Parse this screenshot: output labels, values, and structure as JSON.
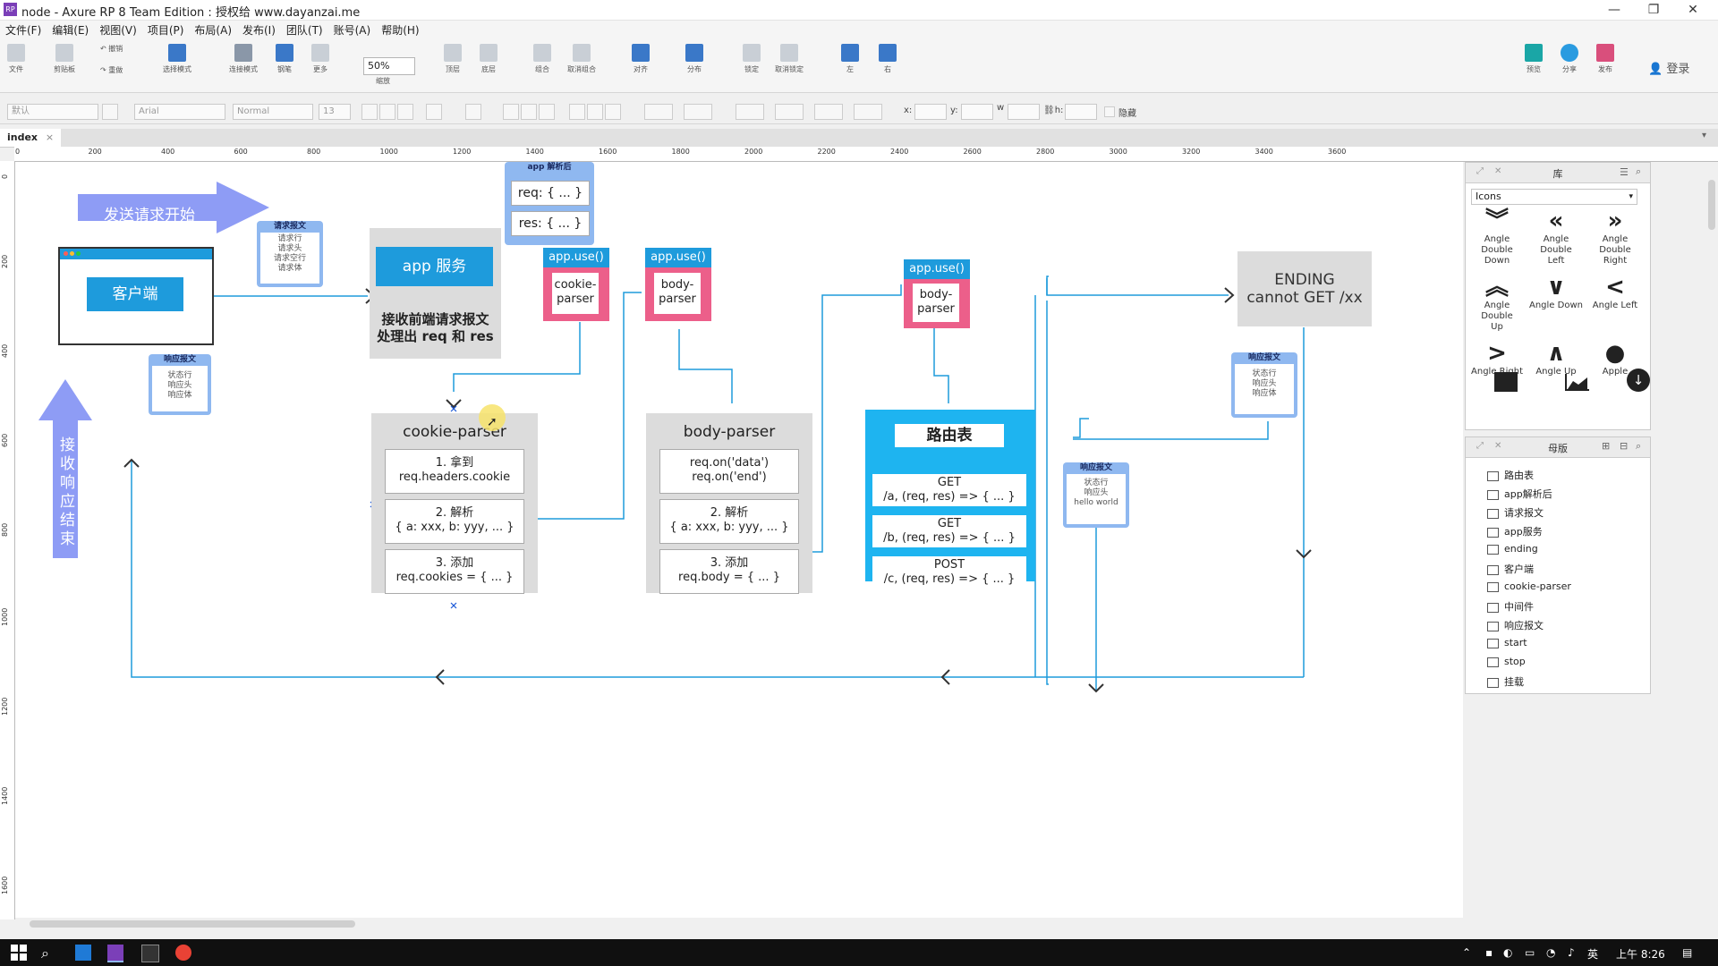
{
  "window": {
    "title": "node - Axure RP 8 Team Edition : 授权给 www.dayanzai.me",
    "app_icon": "RP"
  },
  "menu": [
    "文件(F)",
    "编辑(E)",
    "视图(V)",
    "项目(P)",
    "布局(A)",
    "发布(I)",
    "团队(T)",
    "账号(A)",
    "帮助(H)"
  ],
  "toolbar": {
    "file": "文件",
    "clipboard": "剪贴板",
    "undo": "撤销",
    "redo": "重做",
    "select_mode": "选择模式",
    "connect_mode": "连接模式",
    "pen": "钢笔",
    "more": "更多",
    "zoom": "50%",
    "zoom_label": "缩放",
    "top": "顶层",
    "bottom": "底层",
    "group": "组合",
    "ungroup": "取消组合",
    "align": "对齐",
    "distribute": "分布",
    "lock": "锁定",
    "unlock": "取消锁定",
    "left": "左",
    "right": "右",
    "preview": "预览",
    "share": "分享",
    "publish": "发布",
    "login": "登录"
  },
  "formatbar": {
    "style": "默认",
    "font": "Arial",
    "weight": "Normal",
    "size": "13",
    "x": "x:",
    "y": "y:",
    "w": "w",
    "h": "h:",
    "hidden": "隐藏"
  },
  "tab": {
    "label": "index",
    "close": "×"
  },
  "ruler": {
    "h": [
      "0",
      "200",
      "400",
      "600",
      "800",
      "1000",
      "1200",
      "1400",
      "1600",
      "1800",
      "2000",
      "2200",
      "2400",
      "2600",
      "2800",
      "3000",
      "3200",
      "3400",
      "3600"
    ],
    "v": [
      "0",
      "200",
      "400",
      "600",
      "800",
      "1000",
      "1200",
      "1400",
      "1600"
    ]
  },
  "diagram": {
    "start_arrow": "发送请求开始",
    "end_arrow": [
      "接",
      "收",
      "响",
      "应",
      "结",
      "束"
    ],
    "client": "客户端",
    "req_packet": {
      "title": "请求报文",
      "lines": [
        "请求行",
        "请求头",
        "请求空行",
        "请求体"
      ]
    },
    "res_packet1": {
      "title": "响应报文",
      "lines": [
        "状态行",
        "响应头",
        "响应体"
      ]
    },
    "res_packet2": {
      "title": "响应报文",
      "lines": [
        "状态行",
        "响应头",
        "响应体"
      ]
    },
    "res_packet3": {
      "title": "响应报文",
      "lines": [
        "状态行",
        "响应头",
        "hello world"
      ]
    },
    "app_service": "app 服务",
    "app_service_desc": [
      "接收前端请求报文",
      "处理出 req 和 res"
    ],
    "app_parsed": {
      "title": "app 解析后",
      "req": "req: { ... }",
      "res": "res: { ... }"
    },
    "use1": {
      "tag": "app.use()",
      "body": [
        "cookie-",
        "parser"
      ]
    },
    "use2": {
      "tag": "app.use()",
      "body": [
        "body-",
        "parser"
      ]
    },
    "use3": {
      "tag": "app.use()",
      "body": [
        "body-",
        "parser"
      ]
    },
    "cookie_parser": {
      "title": "cookie-parser",
      "steps": [
        [
          "1. 拿到",
          "req.headers.cookie"
        ],
        [
          "2. 解析",
          "{ a: xxx, b: yyy, ... }"
        ],
        [
          "3. 添加",
          "req.cookies = { ... }"
        ]
      ]
    },
    "body_parser": {
      "title": "body-parser",
      "steps": [
        [
          "req.on('data')",
          "req.on('end')"
        ],
        [
          "2. 解析",
          "{ a: xxx, b: yyy, ... }"
        ],
        [
          "3. 添加",
          "req.body = { ... }"
        ]
      ]
    },
    "router": {
      "title": "路由表",
      "routes": [
        [
          "GET",
          "/a, (req, res) => { ... }"
        ],
        [
          "GET",
          "/b, (req, res) => { ... }"
        ],
        [
          "POST",
          "/c, (req, res) => { ... }"
        ]
      ]
    },
    "ending": [
      "ENDING",
      "cannot GET /xx"
    ]
  },
  "library": {
    "title": "库",
    "select": "Icons",
    "icons": [
      {
        "glyph": "︾",
        "label": [
          "Angle Double",
          "Down"
        ]
      },
      {
        "glyph": "«",
        "label": [
          "Angle Double",
          "Left"
        ]
      },
      {
        "glyph": "»",
        "label": [
          "Angle Double",
          "Right"
        ]
      },
      {
        "glyph": "︽",
        "label": [
          "Angle Double",
          "Up"
        ]
      },
      {
        "glyph": "∨",
        "label": [
          "Angle Down"
        ]
      },
      {
        "glyph": "<",
        "label": [
          "Angle Left"
        ]
      },
      {
        "glyph": ">",
        "label": [
          "Angle Right"
        ]
      },
      {
        "glyph": "∧",
        "label": [
          "Angle Up"
        ]
      },
      {
        "glyph": "●",
        "label": [
          "Apple"
        ]
      }
    ]
  },
  "masters": {
    "title": "母版",
    "items": [
      "路由表",
      "app解析后",
      "请求报文",
      "app服务",
      "ending",
      "客户端",
      "cookie-parser",
      "中间件",
      "响应报文",
      "start",
      "stop",
      "挂载"
    ]
  },
  "taskbar": {
    "ime": "英",
    "time": "上午 8:26"
  }
}
